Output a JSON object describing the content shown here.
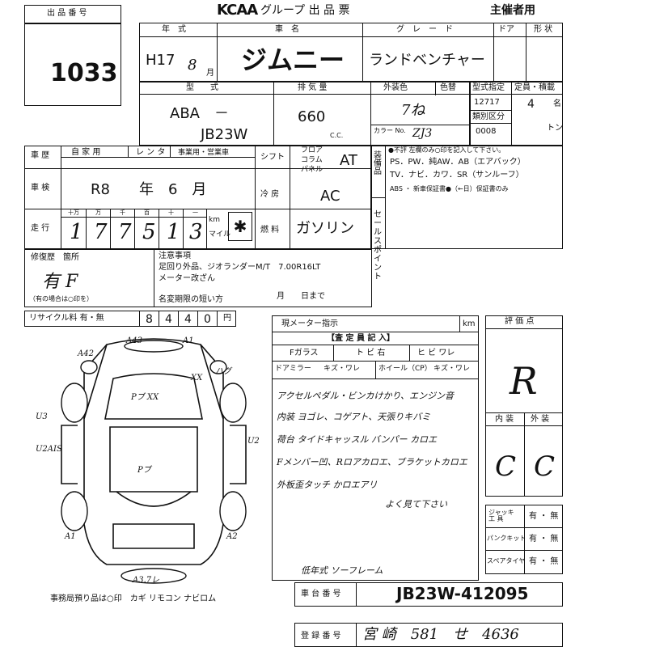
{
  "header": {
    "logo": "KCAA",
    "title": "グループ 出 品 票",
    "role": "主催者用"
  },
  "lot": {
    "label": "出 品 番 号",
    "number": "1033"
  },
  "vehicle": {
    "year_label": "年　式",
    "model_label": "車　名",
    "grade_label": "グ　レ　ー　ド",
    "door_label": "ドア",
    "shape_label": "形 状",
    "era": "H17",
    "month": "8",
    "month_unit": "月",
    "name": "ジムニー",
    "grade": "ランドベンチャー",
    "type_label": "型　　式",
    "displacement_label": "排 気 量",
    "color_label": "外装色",
    "color_change_label": "色替",
    "type_code1": "ABA　－",
    "type_code2": "JB23W",
    "displacement": "660",
    "cc_unit": "C.C.",
    "color": "7ね",
    "color_no_label": "カラー No.",
    "color_no": "ZJ3",
    "designation_label": "型式指定",
    "designation": "12717",
    "capacity_label": "定員・積載",
    "capacity": "4",
    "capacity_unit": "名",
    "category_label": "類別区分",
    "category": "0008",
    "ton_unit": "トン"
  },
  "history": {
    "label": "車 歴",
    "options": [
      "自 家 用",
      "レ ン タ",
      "事業用・営業車"
    ],
    "shift_label": "シフト",
    "shift_options": [
      "フロア",
      "コラム",
      "パネル"
    ],
    "shift_value": "AT",
    "equip_label": "装 備 品",
    "equip_note": "●不評 左欄のみ○印を記入して下さい。",
    "equip_line1": "PS．PW．純AW．AB（エアバック）",
    "equip_line2": "TV．ナビ．カワ．SR（サンルーフ）",
    "equip_line3": "ABS ・ 新車保証書●（←日）保証書のみ"
  },
  "inspection": {
    "label": "車 検",
    "value": "R8　　年　6　月",
    "ac_label": "冷 房",
    "ac_value": "AC"
  },
  "mileage": {
    "label": "走 行",
    "digit_labels": [
      "十万",
      "万",
      "千",
      "百",
      "十",
      "一"
    ],
    "digits": [
      "1",
      "7",
      "7",
      "5",
      "1",
      "3"
    ],
    "unit_km": "km",
    "unit_mile": "マイル",
    "fuel_label": "燃 料",
    "fuel": "ガソリン"
  },
  "repair": {
    "label": "修復歴　箇所",
    "value": "有 F",
    "note": "（有の場合は○印を）",
    "special_label": "注意事項",
    "special_line1": "足回り外品、ジオランダーM/T　7.00R16LT",
    "special_line2": "メーター改ざん",
    "name_change_label": "名変期限の短い方",
    "name_change_value": "月　　日まで",
    "sales_point": "セールスポイント"
  },
  "recycle": {
    "label": "リサイクル料 有・無",
    "digits": [
      "8",
      "4",
      "4",
      "0"
    ],
    "unit": "円"
  },
  "meter": {
    "label": "現メーター指示",
    "unit": "km"
  },
  "inspector": {
    "title": "【査 定 員 記 入】",
    "row1": [
      "Fガラス",
      "ト ビ 右",
      "ヒ ビ ワレ"
    ],
    "row2": [
      "ドアミラー",
      "キズ・ワレ",
      "ホイール（CP）",
      "キズ・ワレ"
    ],
    "notes": [
      "アクセルペダル・ビンカけかり、エンジン音",
      "内装 ヨゴレ、コゲアト、天張りキバミ",
      "荷台 タイドキャッスル バンパー カロエ",
      "Fメンバー凹、Rロアカロエ、ブラケットカロエ",
      "外板歪タッチ かロエアリ",
      "よく見て下さい",
      "低年式 ソーフレーム"
    ]
  },
  "evaluation": {
    "label": "評 価 点",
    "score": "R",
    "interior_label": "内 装",
    "exterior_label": "外 装",
    "interior": "C",
    "exterior": "C"
  },
  "tools": {
    "jack_label": "ジャッキ 工 具",
    "puncture_label": "パンクキット",
    "spare_label": "スペアタイヤ",
    "yesno": "有 ・ 無"
  },
  "chassis": {
    "label": "車 台 番 号",
    "value": "JB23W-412095"
  },
  "registration": {
    "label": "登 録 番 号",
    "value": "宮 崎　581　せ　4636"
  },
  "diagram": {
    "footer": "事務局預り品は○印　カギ リモコン ナビロム",
    "marks": [
      "A43",
      "A1",
      "A42",
      "XX",
      "ハグ",
      "Pブ XX",
      "Pブ",
      "U3",
      "U2AIS",
      "U2",
      "A1",
      "A2",
      "A3.7レ"
    ]
  }
}
